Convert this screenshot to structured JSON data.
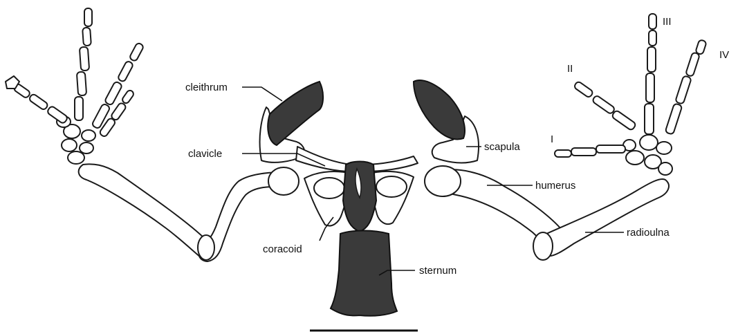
{
  "colors": {
    "bone_fill": "#ffffff",
    "bone_outline": "#1a1a1a",
    "shaded_bone": "#3a3a3a",
    "text": "#111111"
  },
  "labels": {
    "cleithrum": "cleithrum",
    "clavicle": "clavicle",
    "coracoid": "coracoid",
    "sternum": "sternum",
    "scapula": "scapula",
    "humerus": "humerus",
    "radioulna": "radioulna",
    "digit_I": "I",
    "digit_II": "II",
    "digit_III": "III",
    "digit_IV": "IV"
  }
}
